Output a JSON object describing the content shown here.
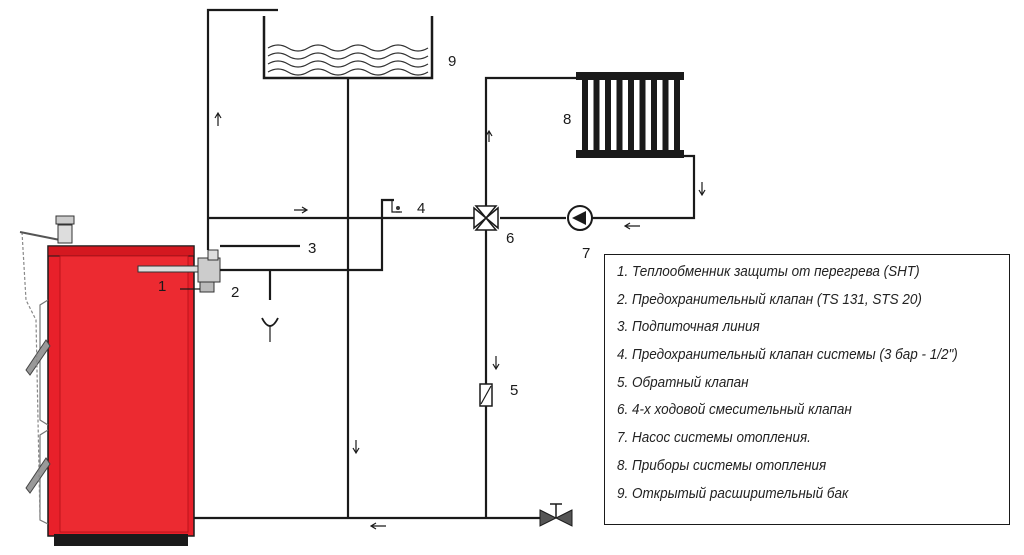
{
  "labels": {
    "n1": "1",
    "n2": "2",
    "n3": "3",
    "n4": "4",
    "n5": "5",
    "n6": "6",
    "n7": "7",
    "n8": "8",
    "n9": "9"
  },
  "legend": {
    "items": [
      "1. Теплообменник защиты от перегрева (SHT)",
      "2. Предохранительный клапан (TS 131, STS 20)",
      "3. Подпиточная линия",
      "4. Предохранительный клапан системы (3 бар - 1/2\")",
      "5. Обратный клапан",
      "6. 4-х ходовой смесительный клапан",
      "7. Насос системы отопления.",
      "8. Приборы системы отопления",
      "9. Открытый расширительный бак"
    ]
  },
  "colors": {
    "boiler_red": "#e8202a",
    "line": "#1a1a1a"
  }
}
